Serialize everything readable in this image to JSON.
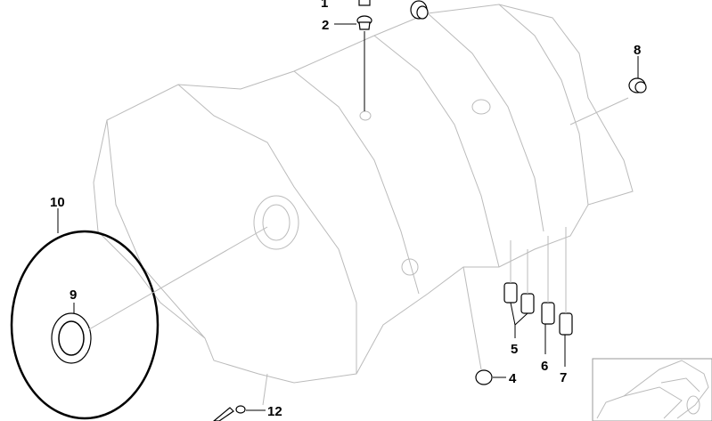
{
  "diagram": {
    "callouts": [
      {
        "id": "1",
        "label": "1"
      },
      {
        "id": "2",
        "label": "2"
      },
      {
        "id": "4",
        "label": "4"
      },
      {
        "id": "5",
        "label": "5"
      },
      {
        "id": "6",
        "label": "6"
      },
      {
        "id": "7",
        "label": "7"
      },
      {
        "id": "8",
        "label": "8"
      },
      {
        "id": "9",
        "label": "9"
      },
      {
        "id": "10",
        "label": "10"
      },
      {
        "id": "12",
        "label": "12"
      }
    ],
    "colors": {
      "line": "#000000",
      "housing": "#bbbbbb",
      "background": "#ffffff"
    }
  }
}
